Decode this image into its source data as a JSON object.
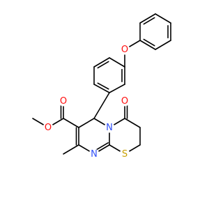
{
  "molecule": {
    "atoms": {
      "o_ether": {
        "symbol": "O",
        "color": "#ff0d0d"
      },
      "o_carbonyl_ring": {
        "symbol": "O",
        "color": "#ff0d0d"
      },
      "o_ester_carbonyl": {
        "symbol": "O",
        "color": "#ff0d0d"
      },
      "o_ester_single": {
        "symbol": "O",
        "color": "#ff0d0d"
      },
      "n_ring_fused": {
        "symbol": "N",
        "color": "#3050f8"
      },
      "n_ring_imine": {
        "symbol": "N",
        "color": "#3050f8"
      },
      "s_ring": {
        "symbol": "S",
        "color": "#c8a000"
      }
    },
    "bond_color": "#000000",
    "background": "#ffffff"
  }
}
